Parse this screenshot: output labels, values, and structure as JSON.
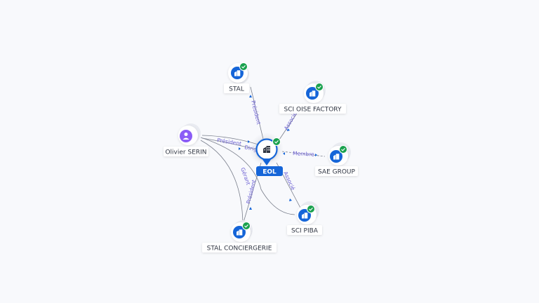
{
  "colors": {
    "background": "#f8f9fc",
    "company": "#1565d8",
    "person": "#8b5cf6",
    "check": "#19a14e",
    "edge": "#7a7f8c",
    "edge_label": "#6b5fd3",
    "center_bg": "#1565d8"
  },
  "center": {
    "id": "eol",
    "label": "EOL",
    "icon": "building-icon"
  },
  "nodes": [
    {
      "id": "stal",
      "label": "STAL",
      "type": "company",
      "icon": "building-icon",
      "verified": true
    },
    {
      "id": "sci-oise-factory",
      "label": "SCI OISE FACTORY",
      "type": "company",
      "icon": "building-icon",
      "verified": true
    },
    {
      "id": "sae-group",
      "label": "SAE GROUP",
      "type": "company",
      "icon": "building-icon",
      "verified": true
    },
    {
      "id": "sci-piba",
      "label": "SCI PIBA",
      "type": "company",
      "icon": "building-icon",
      "verified": true
    },
    {
      "id": "stal-conciergerie",
      "label": "STAL CONCIERGERIE",
      "type": "company",
      "icon": "building-icon",
      "verified": true
    },
    {
      "id": "olivier-serin",
      "label": "Olivier SERIN",
      "type": "person",
      "icon": "person-icon",
      "verified": false
    }
  ],
  "edges": [
    {
      "from": "eol",
      "to": "stal",
      "label": "Président"
    },
    {
      "from": "eol",
      "to": "sci-oise-factory",
      "label": "Associé"
    },
    {
      "from": "eol",
      "to": "sae-group",
      "label": "Membre"
    },
    {
      "from": "eol",
      "to": "sci-piba",
      "label": "Associé"
    },
    {
      "from": "eol",
      "to": "stal-conciergerie",
      "label": "Président"
    },
    {
      "from": "olivier-serin",
      "to": "eol",
      "label": "Président"
    },
    {
      "from": "olivier-serin",
      "to": "eol",
      "label": "Dirigeant"
    },
    {
      "from": "olivier-serin",
      "to": "stal-conciergerie",
      "label": "Gérant"
    },
    {
      "from": "olivier-serin",
      "to": "sci-piba",
      "label": ""
    }
  ]
}
